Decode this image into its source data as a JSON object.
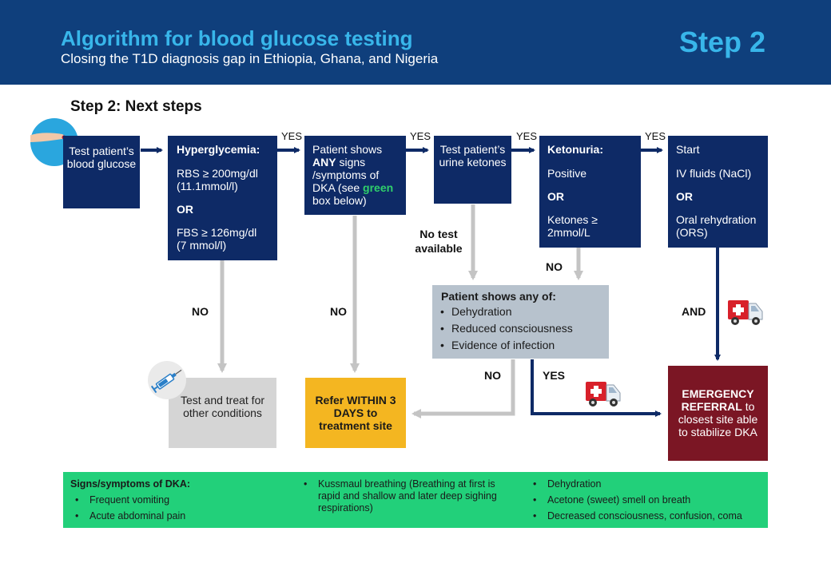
{
  "header": {
    "title": "Algorithm for blood glucose testing",
    "subtitle": "Closing the T1D diagnosis gap in Ethiopia, Ghana, and Nigeria",
    "step_badge": "Step 2"
  },
  "section_title": "Step 2: Next steps",
  "boxes": {
    "test_glucose": "Test patient’s blood glucose",
    "hyper_title": "Hyperglycemia:",
    "hyper_rbs": "RBS ≥ 200mg/dl (11.1mmol/l)",
    "hyper_or": "OR",
    "hyper_fbs": "FBS ≥ 126mg/dl (7 mmol/l)",
    "dka_pre": "Patient shows ",
    "dka_any": "ANY",
    "dka_mid": " signs /symptoms of DKA (see ",
    "dka_green": "green",
    "dka_post": " box below)",
    "urine": "Test patient’s urine ketones",
    "keto_title": "Ketonuria:",
    "keto_positive": "Positive",
    "keto_or": "OR",
    "keto_value": "Ketones ≥ 2mmol/L",
    "start_title": "Start",
    "start_iv": "IV fluids (NaCl)",
    "start_or": "OR",
    "start_ors": "Oral rehydration (ORS)",
    "any_of_title": "Patient shows any of:",
    "any_of_items": [
      "Dehydration",
      "Reduced consciousness",
      "Evidence of infection"
    ],
    "test_treat": "Test and treat for other conditions",
    "refer": "Refer WITHIN 3 DAYS to treatment site",
    "emerg_bold": "EMERGENCY REFERRAL",
    "emerg_rest": " to closest site able to stabilize DKA"
  },
  "labels": {
    "yes": "YES",
    "no": "NO",
    "and": "AND",
    "no_test": "No test available"
  },
  "green_bar": {
    "heading": "Signs/symptoms of DKA:",
    "col1": [
      "Frequent vomiting",
      "Acute abdominal pain"
    ],
    "col2": [
      "Kussmaul breathing (Breathing at first is rapid and shallow and later deep sighing respirations)"
    ],
    "col3": [
      "Dehydration",
      "Acetone (sweet) smell on breath",
      "Decreased consciousness, confusion, coma"
    ]
  },
  "colors": {
    "header_bg": "#0f3f7c",
    "title_accent": "#38b6ea",
    "node_blue": "#0e2a66",
    "grey_arrow": "#c4c4c4",
    "dka_green": "#22d07a",
    "refer_yellow": "#f4b621",
    "emergency_red": "#7b1624"
  },
  "icons": [
    "finger-prick-glucometer-icon",
    "syringe-icon",
    "ambulance-icon"
  ]
}
